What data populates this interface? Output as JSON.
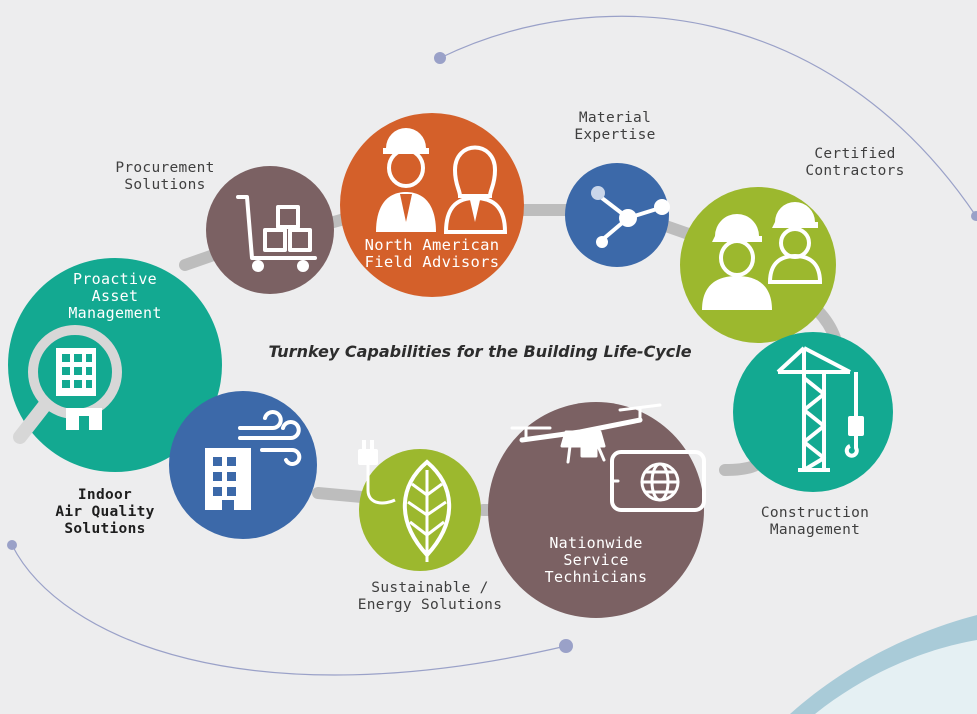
{
  "caption": "Turnkey Capabilities for the Building Life-Cycle",
  "colors": {
    "background": "#ededee",
    "teal": "#13a991",
    "orange": "#d4602a",
    "blue": "#3c69a9",
    "green": "#9cb82e",
    "mauve": "#7b6163",
    "connector": "#bdbdbd",
    "orbit_line": "#9aa1c8",
    "wave": "#a9cbd8"
  },
  "nodes": {
    "proactive_asset": {
      "lines": [
        "Proactive",
        "Asset",
        "Management"
      ],
      "icon": "magnifier-building-icon",
      "color": "teal"
    },
    "procurement": {
      "lines": [
        "Procurement",
        "Solutions"
      ],
      "icon": "cart-boxes-icon",
      "color": "mauve"
    },
    "field_advisors": {
      "lines": [
        "North American",
        "Field Advisors"
      ],
      "icon": "advisors-icon",
      "color": "orange"
    },
    "material": {
      "lines": [
        "Material",
        "Expertise"
      ],
      "icon": "molecule-icon",
      "color": "blue"
    },
    "certified": {
      "lines": [
        "Certified",
        "Contractors"
      ],
      "icon": "contractors-icon",
      "color": "green"
    },
    "construction": {
      "lines": [
        "Construction",
        "Management"
      ],
      "icon": "crane-icon",
      "color": "teal"
    },
    "service": {
      "lines": [
        "Nationwide",
        "Service",
        "Technicians"
      ],
      "icon": "drone-tablet-icon",
      "color": "mauve"
    },
    "sustainable": {
      "lines": [
        "Sustainable /",
        "Energy Solutions"
      ],
      "icon": "leaf-plug-icon",
      "color": "green"
    },
    "air_quality": {
      "lines": [
        "Indoor",
        "Air Quality",
        "Solutions"
      ],
      "icon": "building-wind-icon",
      "color": "blue"
    }
  }
}
